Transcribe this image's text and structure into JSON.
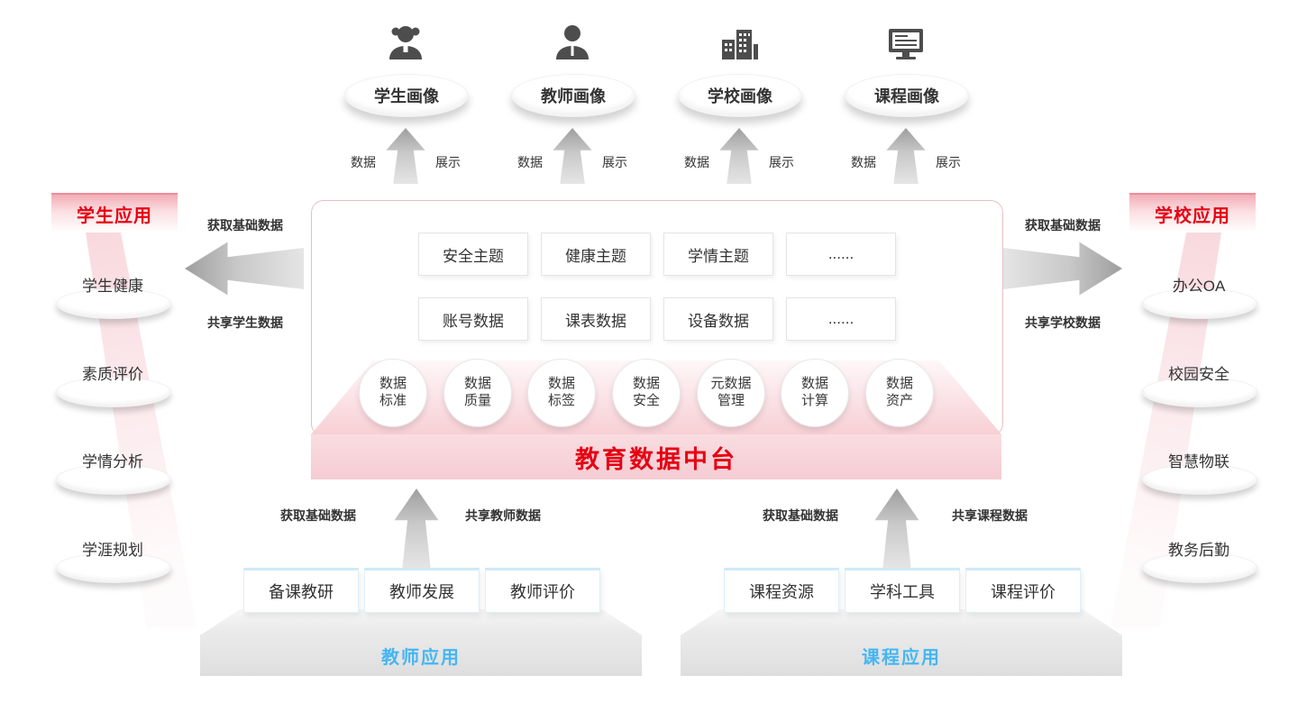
{
  "colors": {
    "accent_red": "#e60012",
    "banner_pink": "#f5ccd3",
    "light_blue": "#45b6f3",
    "arrow_gray": "#b5b5b5"
  },
  "profiles": {
    "flow_left": "数据",
    "flow_right": "展示",
    "items": [
      {
        "label": "学生画像",
        "icon": "student-icon"
      },
      {
        "label": "教师画像",
        "icon": "teacher-icon"
      },
      {
        "label": "学校画像",
        "icon": "school-icon"
      },
      {
        "label": "课程画像",
        "icon": "course-icon"
      }
    ]
  },
  "platform": {
    "title": "教育数据中台",
    "theme_boxes": [
      "安全主题",
      "健康主题",
      "学情主题",
      "......"
    ],
    "data_boxes": [
      "账号数据",
      "课表数据",
      "设备数据",
      "......"
    ],
    "capabilities": [
      "数据\n标准",
      "数据\n质量",
      "数据\n标签",
      "数据\n安全",
      "元数据\n管理",
      "数据\n计算",
      "数据\n资产"
    ]
  },
  "student_apps": {
    "title": "学生应用",
    "items": [
      "学生健康",
      "素质评价",
      "学情分析",
      "学涯规划"
    ],
    "flow_top": "获取基础数据",
    "flow_bottom": "共享学生数据"
  },
  "school_apps": {
    "title": "学校应用",
    "items": [
      "办公OA",
      "校园安全",
      "智慧物联",
      "教务后勤"
    ],
    "flow_top": "获取基础数据",
    "flow_bottom": "共享学校数据"
  },
  "teacher_apps": {
    "title": "教师应用",
    "items": [
      "备课教研",
      "教师发展",
      "教师评价"
    ],
    "flow_left": "获取基础数据",
    "flow_right": "共享教师数据"
  },
  "course_apps": {
    "title": "课程应用",
    "items": [
      "课程资源",
      "学科工具",
      "课程评价"
    ],
    "flow_left": "获取基础数据",
    "flow_right": "共享课程数据"
  }
}
